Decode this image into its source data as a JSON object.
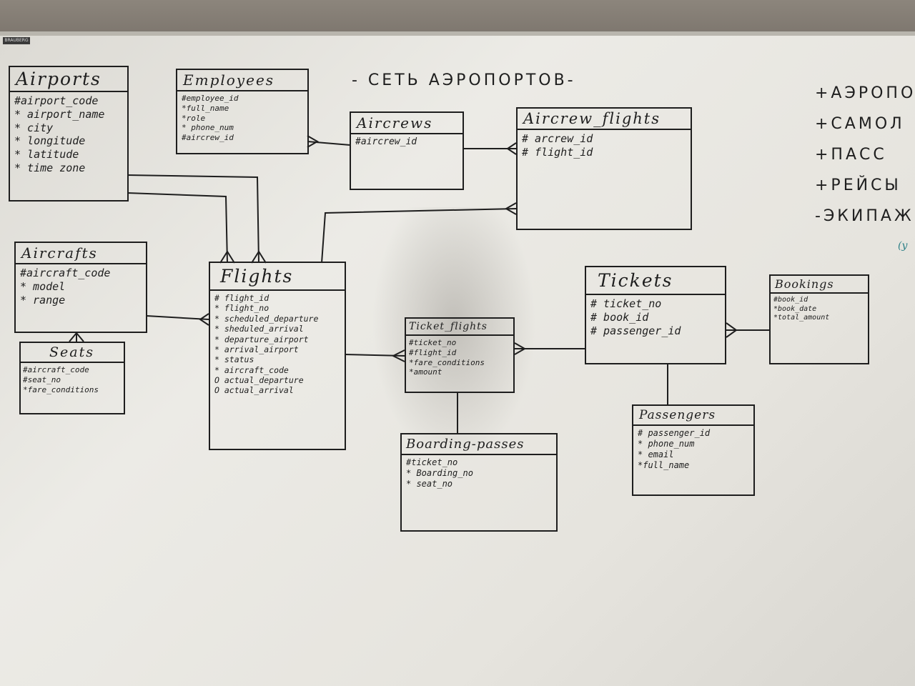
{
  "board": {
    "brand": "BRAUBERG",
    "heading": "- СЕТЬ АЭРОПОРТОВ-"
  },
  "entities": {
    "airports": {
      "title": "Airports",
      "attrs": [
        "#airport_code",
        "* airport_name",
        "* city",
        "* longitude",
        "* latitude",
        "* time zone"
      ]
    },
    "employees": {
      "title": "Employees",
      "attrs": [
        "#employee_id",
        "*full_name",
        "*role",
        "* phone_num",
        "#aircrew_id"
      ]
    },
    "aircrews": {
      "title": "Aircrews",
      "attrs": [
        "#aircrew_id"
      ]
    },
    "aircrew_flights": {
      "title": "Aircrew_flights",
      "attrs": [
        "# arcrew_id",
        "# flight_id"
      ]
    },
    "aircrafts": {
      "title": "Aircrafts",
      "attrs": [
        "#aircraft_code",
        "* model",
        "* range"
      ]
    },
    "seats": {
      "title": "Seats",
      "attrs": [
        "#aircraft_code",
        "#seat_no",
        "*fare_conditions"
      ]
    },
    "flights": {
      "title": "Flights",
      "attrs": [
        "# flight_id",
        "* flight_no",
        "* scheduled_departure",
        "* sheduled_arrival",
        "* departure_airport",
        "* arrival_airport",
        "* status",
        "* aircraft_code",
        "O actual_departure",
        "O actual_arrival"
      ]
    },
    "ticket_flights": {
      "title": "Ticket_flights",
      "attrs": [
        "#ticket_no",
        "#flight_id",
        "*fare_conditions",
        "*amount"
      ]
    },
    "tickets": {
      "title": "Tickets",
      "attrs": [
        "# ticket_no",
        "# book_id",
        "# passenger_id"
      ]
    },
    "bookings": {
      "title": "Bookings",
      "attrs": [
        "#book_id",
        "*book_date",
        "*total_amount"
      ]
    },
    "boarding_passes": {
      "title": "Boarding-passes",
      "attrs": [
        "#ticket_no",
        "* Boarding_no",
        "* seat_no"
      ]
    },
    "passengers": {
      "title": "Passengers",
      "attrs": [
        "# passenger_id",
        "* phone_num",
        "* email",
        "*full_name"
      ]
    }
  },
  "side_list": [
    "+АЭРОПО",
    "+САМОЛ",
    "+ПАСС",
    "+РЕЙСЫ",
    "-ЭКИПАЖ"
  ],
  "side_note": "(у"
}
